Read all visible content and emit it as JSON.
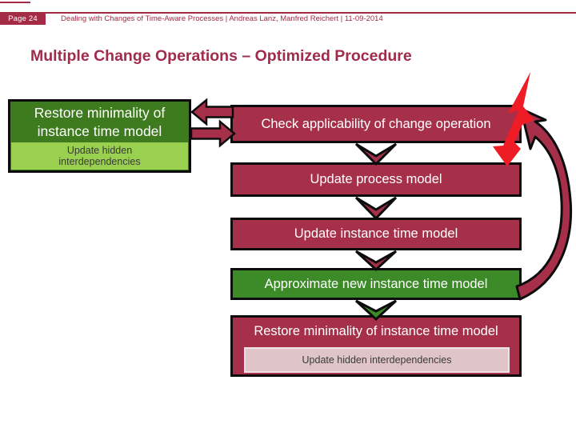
{
  "header": {
    "page_label": "Page 24",
    "meta_text": "Dealing with Changes of Time-Aware Processes | Andreas Lanz, Manfred Reichert | 11-09-2014"
  },
  "slide": {
    "title": "Multiple Change Operations – Optimized Procedure"
  },
  "diagram": {
    "left_box": {
      "label": "Restore minimality of instance time model",
      "sub_label": "Update hidden interdependencies"
    },
    "steps": [
      {
        "id": "check-applicability",
        "label": "Check applicability of change operation",
        "color": "claret"
      },
      {
        "id": "update-process-model",
        "label": "Update process model",
        "color": "claret"
      },
      {
        "id": "update-instance-time-model",
        "label": "Update instance time model",
        "color": "claret"
      },
      {
        "id": "approximate-new-model",
        "label": "Approximate new instance time model",
        "color": "green"
      },
      {
        "id": "restore-minimality",
        "label": "Restore minimality of instance time model",
        "color": "claret",
        "sub_label": "Update hidden interdependencies"
      }
    ],
    "icons": [
      {
        "name": "lightning-icon"
      },
      {
        "name": "loop-arrow-icon"
      },
      {
        "name": "arrow-left-icon"
      },
      {
        "name": "arrow-right-icon"
      },
      {
        "name": "chevron-down-arrow-icon"
      }
    ]
  },
  "colors": {
    "claret_box": "#A6304A",
    "header_red": "#A32B45",
    "title_red": "#A02B4D",
    "bright_red": "#EE1D25",
    "dark_green": "#3E7A1E",
    "mid_green": "#3C8B28",
    "light_green": "#9AD050",
    "pink_fill": "#DFC4CA",
    "pink_border": "#EEE2E5",
    "outline_black": "#0c0c0c"
  }
}
